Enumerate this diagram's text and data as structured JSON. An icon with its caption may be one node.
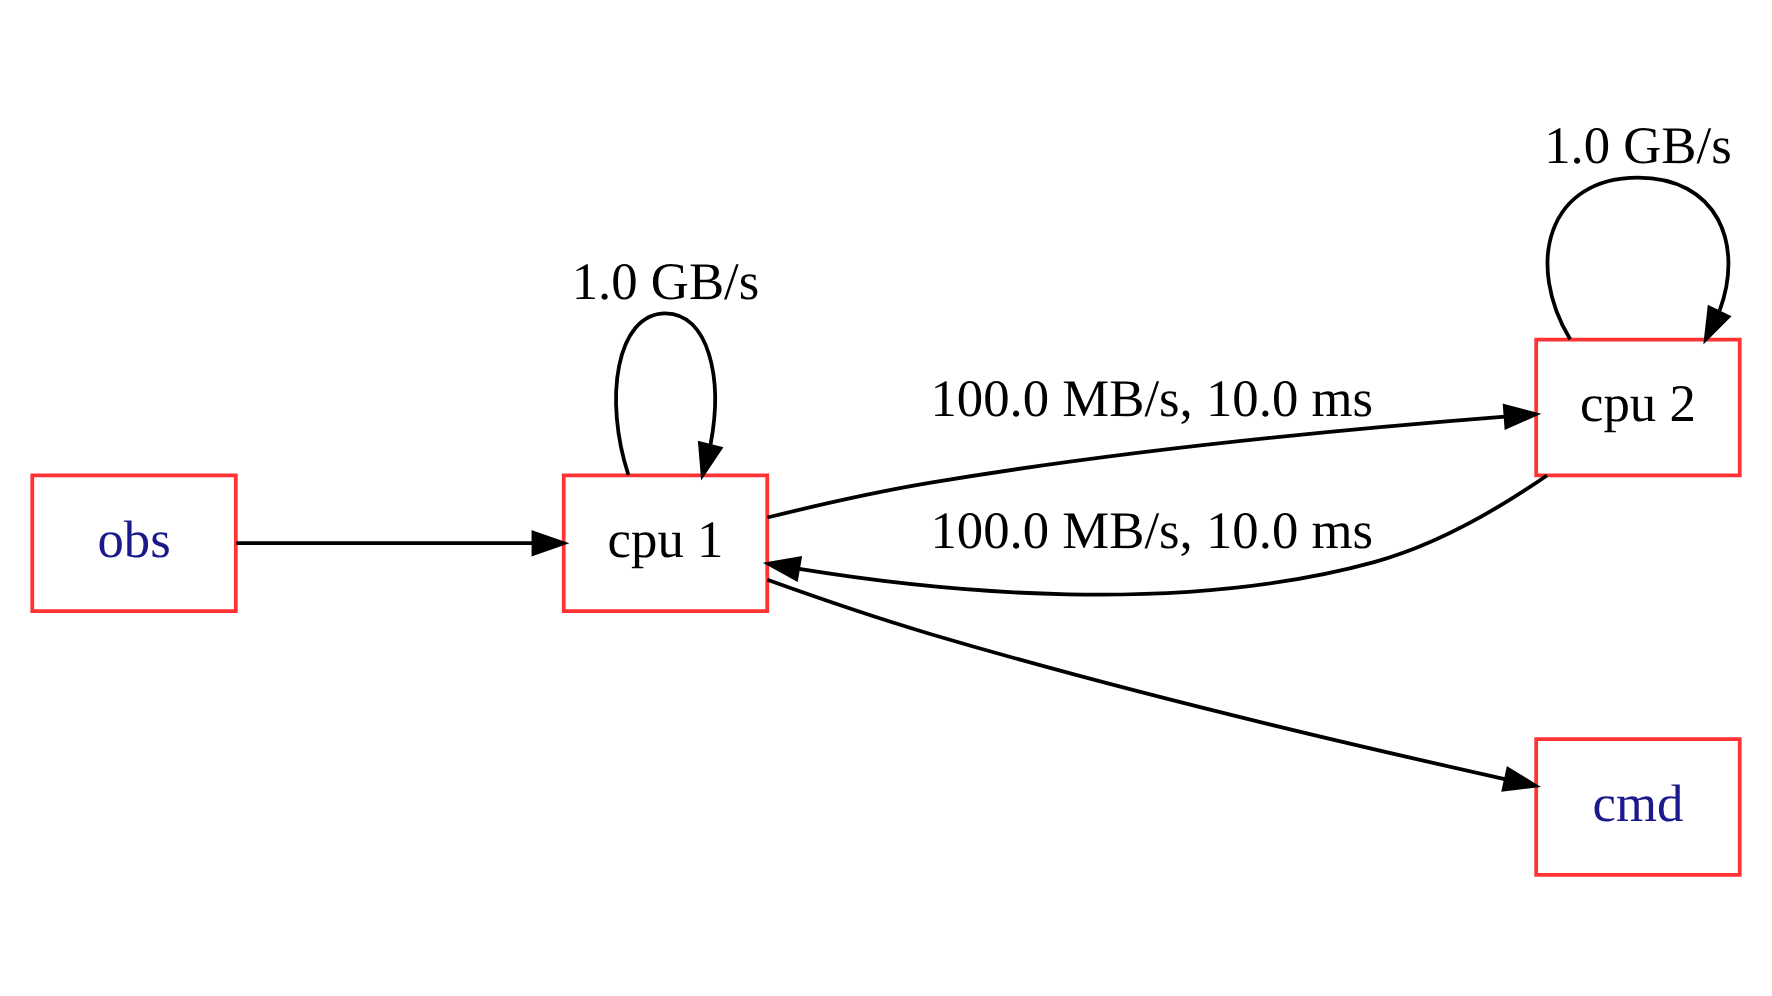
{
  "diagram": {
    "nodes": [
      {
        "text": [
          "obs"
        ]
      },
      {
        "text": [
          "cpu 1"
        ]
      },
      {
        "text": [
          "cpu 2"
        ]
      },
      {
        "text": [
          "cmd"
        ]
      }
    ],
    "edges": [
      {
        "from": 0,
        "to": 1,
        "arrow": "to"
      },
      {
        "from": 1,
        "to": 1,
        "arrow": "to",
        "label": "1.0 GB/s"
      },
      {
        "from": 1,
        "to": 2,
        "arrow": "to",
        "label": "100.0 MB/s, 10.0 ms"
      },
      {
        "from": 2,
        "to": 1,
        "arrow": "to",
        "label": "100.0 MB/s, 10.0 ms"
      },
      {
        "from": 2,
        "to": 2,
        "arrow": "to",
        "label": "1.0 GB/s"
      },
      {
        "from": 1,
        "to": 3,
        "arrow": "to"
      }
    ]
  }
}
